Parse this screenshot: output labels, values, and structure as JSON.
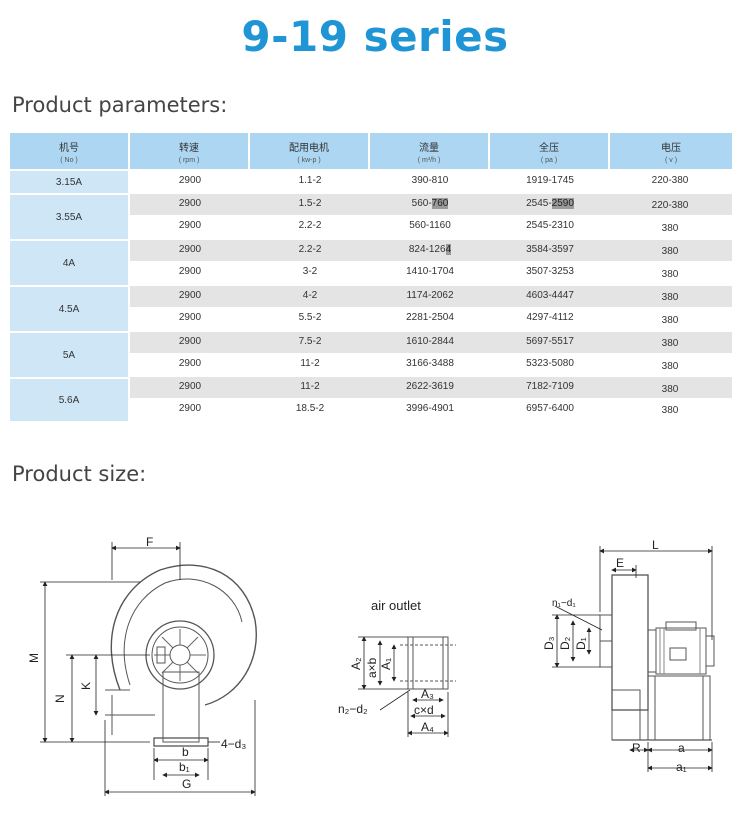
{
  "title": "9-19 series",
  "sections": {
    "params": "Product parameters:",
    "size": "Product size:"
  },
  "table": {
    "headers": [
      {
        "cn": "机号",
        "sub": "( No )"
      },
      {
        "cn": "转速",
        "sub": "( rpm )"
      },
      {
        "cn": "配用电机",
        "sub": "( kw-p )"
      },
      {
        "cn": "流量",
        "sub": "( m³/h )"
      },
      {
        "cn": "全压",
        "sub": "( pa )"
      },
      {
        "cn": "电压",
        "sub": "( v )"
      }
    ],
    "models": [
      "3.15A",
      "3.55A",
      "4A",
      "4.5A",
      "5A",
      "5.6A"
    ],
    "rows": [
      {
        "rpm": "2900",
        "motor": "1.1-2",
        "flow": "390-810",
        "pressure": "1919-1745",
        "voltage": "220-380"
      },
      {
        "rpm": "2900",
        "motor": "1.5-2",
        "flow_a": "560-",
        "flow_b": "760",
        "pressure_a": "2545-",
        "pressure_b": "2590",
        "voltage": "220-380"
      },
      {
        "rpm": "2900",
        "motor": "2.2-2",
        "flow": "560-1160",
        "pressure": "2545-2310",
        "voltage": "380"
      },
      {
        "rpm": "2900",
        "motor": "2.2-2",
        "flow_a": "824-126",
        "flow_b": "4",
        "pressure": "3584-3597",
        "voltage": "380"
      },
      {
        "rpm": "2900",
        "motor": "3-2",
        "flow": "1410-1704",
        "pressure": "3507-3253",
        "voltage": "380"
      },
      {
        "rpm": "2900",
        "motor": "4-2",
        "flow": "1174-2062",
        "pressure": "4603-4447",
        "voltage": "380"
      },
      {
        "rpm": "2900",
        "motor": "5.5-2",
        "flow": "2281-2504",
        "pressure": "4297-4112",
        "voltage": "380"
      },
      {
        "rpm": "2900",
        "motor": "7.5-2",
        "flow": "1610-2844",
        "pressure": "5697-5517",
        "voltage": "380"
      },
      {
        "rpm": "2900",
        "motor": "11-2",
        "flow": "3166-3488",
        "pressure": "5323-5080",
        "voltage": "380"
      },
      {
        "rpm": "2900",
        "motor": "11-2",
        "flow": "2622-3619",
        "pressure": "7182-7109",
        "voltage": "380"
      },
      {
        "rpm": "2900",
        "motor": "18.5-2",
        "flow": "3996-4901",
        "pressure": "6957-6400",
        "voltage": "380"
      }
    ]
  },
  "diagram": {
    "air_outlet": "air outlet",
    "left": {
      "F": "F",
      "M": "M",
      "N": "N",
      "K": "K",
      "b": "b",
      "b1": "b₁",
      "G": "G",
      "holes": "4−d₃"
    },
    "middle": {
      "A2": "A₂",
      "axb": "a×b",
      "A1": "A₁",
      "A3": "A₃",
      "cxd": "c×d",
      "A4": "A₄",
      "n2d2": "n₂−d₂"
    },
    "right": {
      "L": "L",
      "E": "E",
      "n1d1": "n₁−d₁",
      "D3": "D₃",
      "D2": "D₂",
      "D1": "D₁",
      "R": "R",
      "a": "a",
      "a1": "a₁"
    }
  }
}
